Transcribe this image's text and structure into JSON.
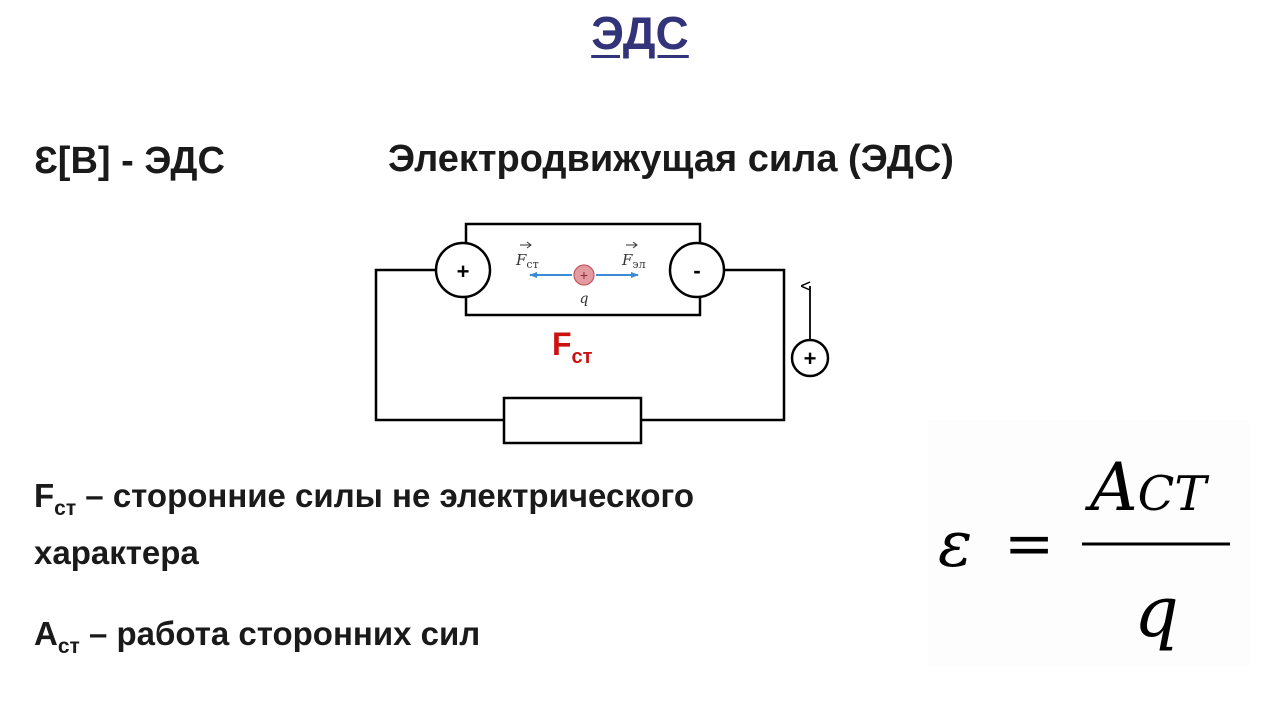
{
  "title": "ЭДС",
  "emf_unit": "Ɛ[B] - ЭДС",
  "subtitle": "Электродвижущая сила (ЭДС)",
  "circuit": {
    "left_terminal": "+",
    "right_terminal": "-",
    "source_terminal": "+",
    "charge_sign": "+",
    "charge_label": "q",
    "force_left_label": "F",
    "force_left_sub": "ст",
    "force_right_label": "F",
    "force_right_sub": "эл",
    "fst_label": "F",
    "fst_sub": "ст"
  },
  "definitions": {
    "f_symbol": "F",
    "f_sub": "ст",
    "f_text": " – сторонние силы не электрического характера",
    "a_symbol": "A",
    "a_sub": "ст",
    "a_text": " – работа сторонних сил"
  },
  "formula": {
    "lhs": "ε",
    "equals": "=",
    "numerator": "A",
    "numerator_sub": "CT",
    "denominator": "q"
  },
  "colors": {
    "title": "#33337a",
    "fst": "#cc1111",
    "force_arrow": "#3a8ad6",
    "charge_fill": "#e39aa0",
    "text": "#1a1a1a"
  }
}
